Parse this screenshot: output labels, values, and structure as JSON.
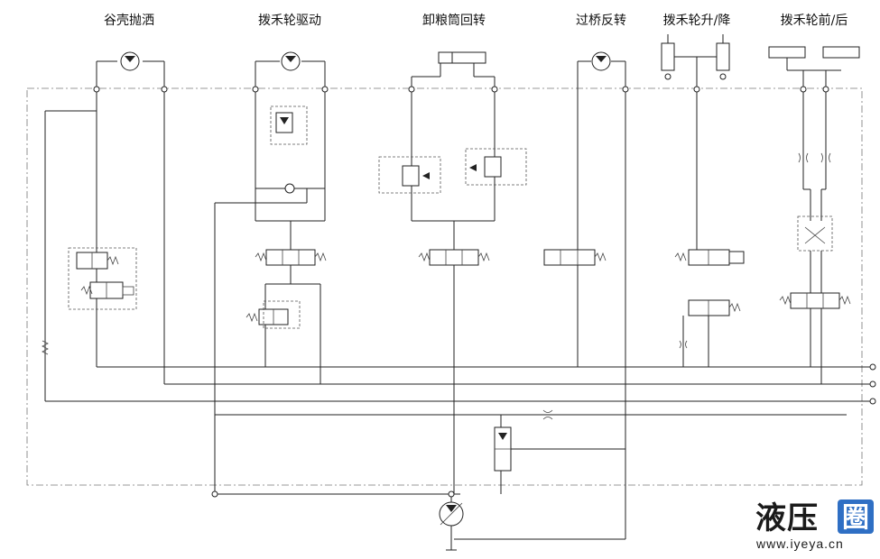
{
  "circuits": [
    {
      "key": "grain_throw",
      "label": "谷壳抛洒"
    },
    {
      "key": "reel_drive",
      "label": "拨禾轮驱动"
    },
    {
      "key": "unload_swing",
      "label": "卸粮筒回转"
    },
    {
      "key": "bridge_reverse",
      "label": "过桥反转"
    },
    {
      "key": "reel_lift",
      "label": "拨禾轮升/降"
    },
    {
      "key": "reel_fore_aft",
      "label": "拨禾轮前/后"
    }
  ],
  "watermark": {
    "chars": [
      "液",
      "压",
      "圈"
    ],
    "url": "www.iyeya.cn"
  }
}
